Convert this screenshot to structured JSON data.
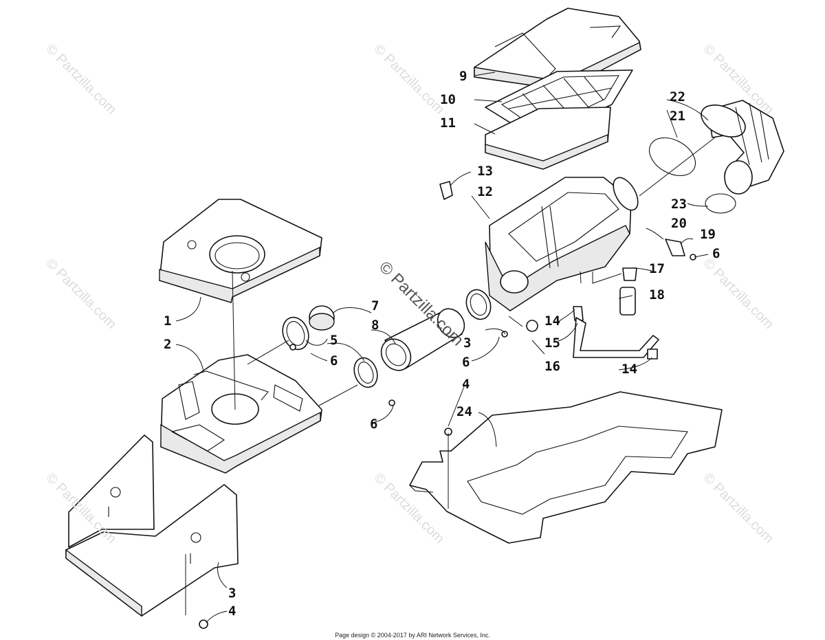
{
  "watermark_text": "© Partzilla.com",
  "center_watermark_text": "© Partzilla.com",
  "callouts": {
    "c1": "1",
    "c2": "2",
    "c3": "3",
    "c3b": "3",
    "c4a": "4",
    "c4b": "4",
    "c5": "5",
    "c6a": "6",
    "c6b": "6",
    "c6c": "6",
    "c6d": "6",
    "c7": "7",
    "c8": "8",
    "c9": "9",
    "c10": "10",
    "c11": "11",
    "c12": "12",
    "c13": "13",
    "c14a": "14",
    "c14b": "14",
    "c15": "15",
    "c16": "16",
    "c17": "17",
    "c18": "18",
    "c19": "19",
    "c20": "20",
    "c21": "21",
    "c22": "22",
    "c23": "23",
    "c24": "24"
  },
  "footer_text": "Page design © 2004-2017 by ARI Network Services, Inc."
}
